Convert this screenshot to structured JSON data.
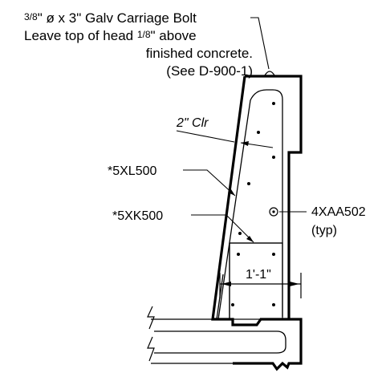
{
  "notes": {
    "bolt_line1_frac": "3/8",
    "bolt_line1_rest": "\" ø x 3\" Galv Carriage Bolt",
    "bolt_line2_pre": "Leave top of head ",
    "bolt_line2_frac": "1/8",
    "bolt_line2_post": "\" above",
    "bolt_line3": "finished concrete.",
    "bolt_line4": "(See D-900-1)"
  },
  "labels": {
    "clearance": "2\" Clr",
    "bar_xl": "*5XL500",
    "bar_xk": "*5XK500",
    "bar_xaa_line1": "4XAA502",
    "bar_xaa_line2": "(typ)",
    "dimension": "1'-1\""
  }
}
